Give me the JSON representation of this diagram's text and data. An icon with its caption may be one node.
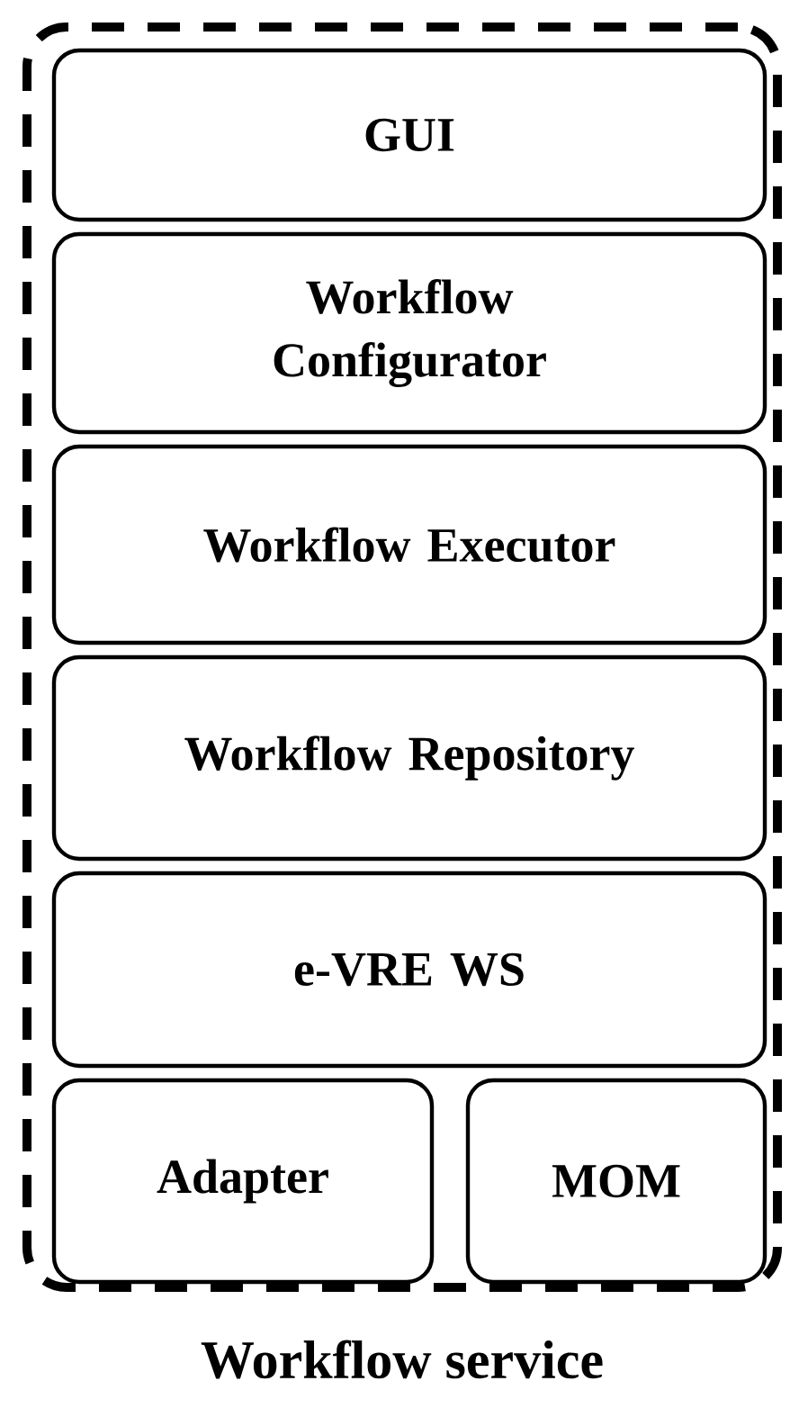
{
  "diagram": {
    "nodes": [
      {
        "text": [
          "Workflow service"
        ]
      },
      {
        "text": [
          "GUI"
        ],
        "in": 0
      },
      {
        "text": [
          "Workflow Configurator"
        ],
        "in": 0
      },
      {
        "text": [
          "Workflow Executor"
        ],
        "in": 0
      },
      {
        "text": [
          "Workflow Repository"
        ],
        "in": 0
      },
      {
        "text": [
          "e-VRE WS"
        ],
        "in": 0
      },
      {
        "text": [
          "Adapter"
        ],
        "in": 0
      },
      {
        "text": [
          "MOM"
        ],
        "in": 0
      }
    ]
  }
}
